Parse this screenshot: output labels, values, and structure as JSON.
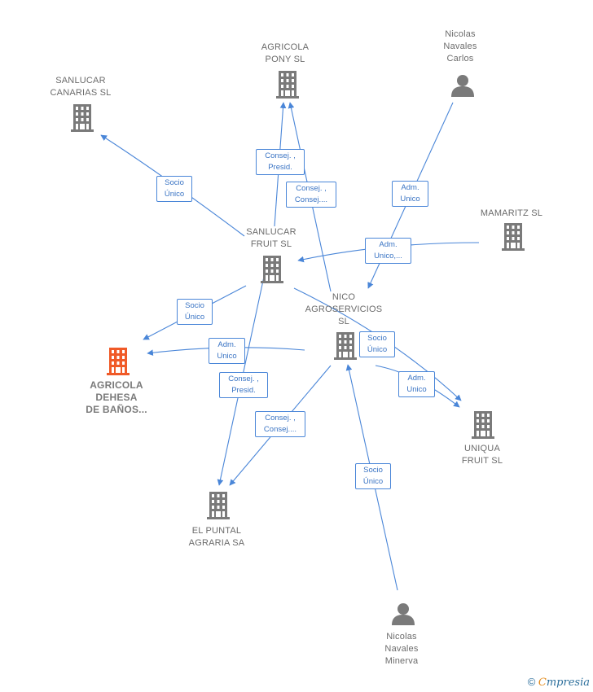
{
  "colors": {
    "edge": "#4a86d8",
    "node": "#7a7a7a",
    "focus": "#f05a28"
  },
  "nodes": {
    "agricola_pony": {
      "label": "AGRICOLA\nPONY SL",
      "icon": "building-icon"
    },
    "nicolas_carlos": {
      "label": "Nicolas\nNavales\nCarlos",
      "icon": "person-icon"
    },
    "sanlucar_canarias": {
      "label": "SANLUCAR\nCANARIAS  SL",
      "icon": "building-icon"
    },
    "mamaritz": {
      "label": "MAMARITZ  SL",
      "icon": "building-icon"
    },
    "sanlucar_fruit": {
      "label": "SANLUCAR\nFRUIT SL",
      "icon": "building-icon"
    },
    "nico_agro": {
      "label": "NICO\nAGROSERVICIOS\nSL",
      "icon": "building-icon"
    },
    "agricola_dehesa": {
      "label": "AGRICOLA\nDEHESA\nDE BAÑOS...",
      "icon": "building-icon"
    },
    "uniqua": {
      "label": "UNIQUA\nFRUIT  SL",
      "icon": "building-icon"
    },
    "el_puntal": {
      "label": "EL PUNTAL\nAGRARIA SA",
      "icon": "building-icon"
    },
    "nicolas_minerva": {
      "label": "Nicolas\nNavales\nMinerva",
      "icon": "person-icon"
    }
  },
  "edges": [
    {
      "label": "Consej. ,\nPresid."
    },
    {
      "label": "Consej. ,\nConsej...."
    },
    {
      "label": "Socio\nÚnico"
    },
    {
      "label": "Adm.\nUnico"
    },
    {
      "label": "Adm.\nUnico,..."
    },
    {
      "label": "Socio\nÚnico"
    },
    {
      "label": "Adm.\nUnico"
    },
    {
      "label": "Socio\nÚnico"
    },
    {
      "label": "Adm.\nUnico"
    },
    {
      "label": "Consej. ,\nPresid."
    },
    {
      "label": "Consej. ,\nConsej...."
    },
    {
      "label": "Socio\nÚnico"
    }
  ],
  "footer": {
    "copyright": "©",
    "brand_first": "C",
    "brand_rest": "mpresia"
  }
}
